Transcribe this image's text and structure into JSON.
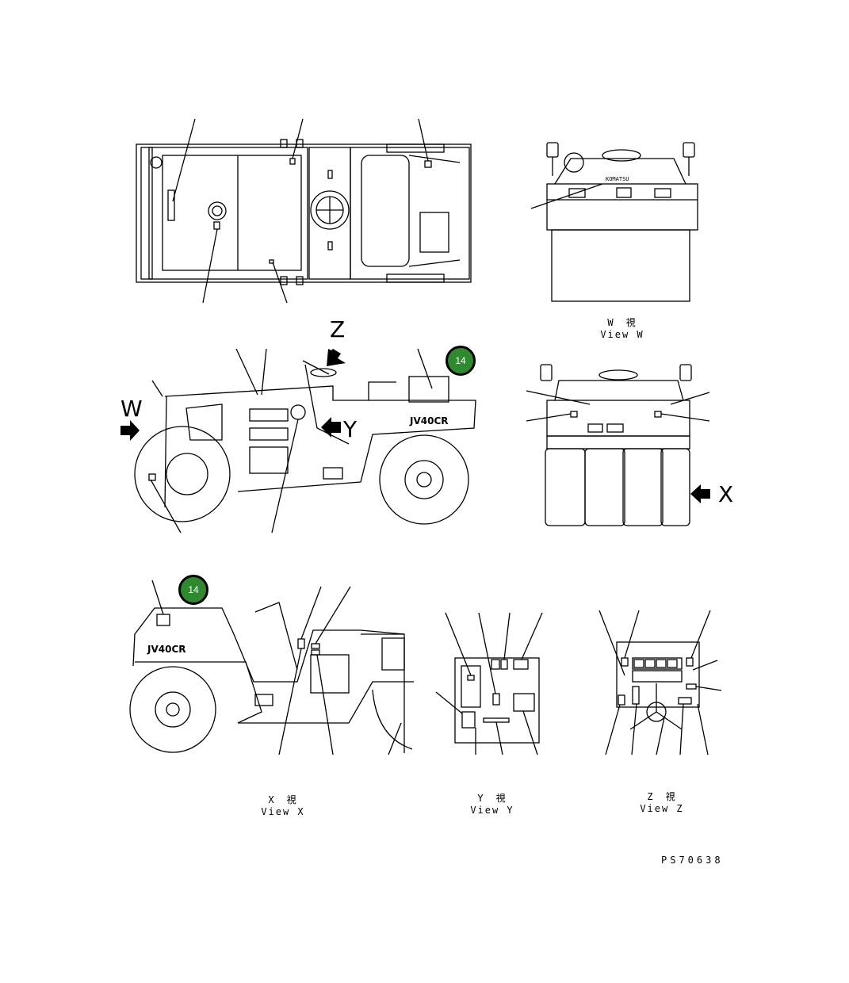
{
  "callout_color": "#2f8a2f",
  "callouts": [
    {
      "number": "14"
    },
    {
      "number": "14"
    }
  ],
  "arrow_labels": {
    "w": "W",
    "z": "Z",
    "y": "Y",
    "x": "X"
  },
  "views": {
    "w": {
      "jp": "W　視",
      "en": "View W"
    },
    "x": {
      "jp": "X　視",
      "en": "View X"
    },
    "y": {
      "jp": "Y　視",
      "en": "View Y"
    },
    "z": {
      "jp": "Z　視",
      "en": "View Z"
    }
  },
  "decals": {
    "model": "JV40CR",
    "brand": "KOMATSU"
  },
  "drawing_number": "PS70638"
}
